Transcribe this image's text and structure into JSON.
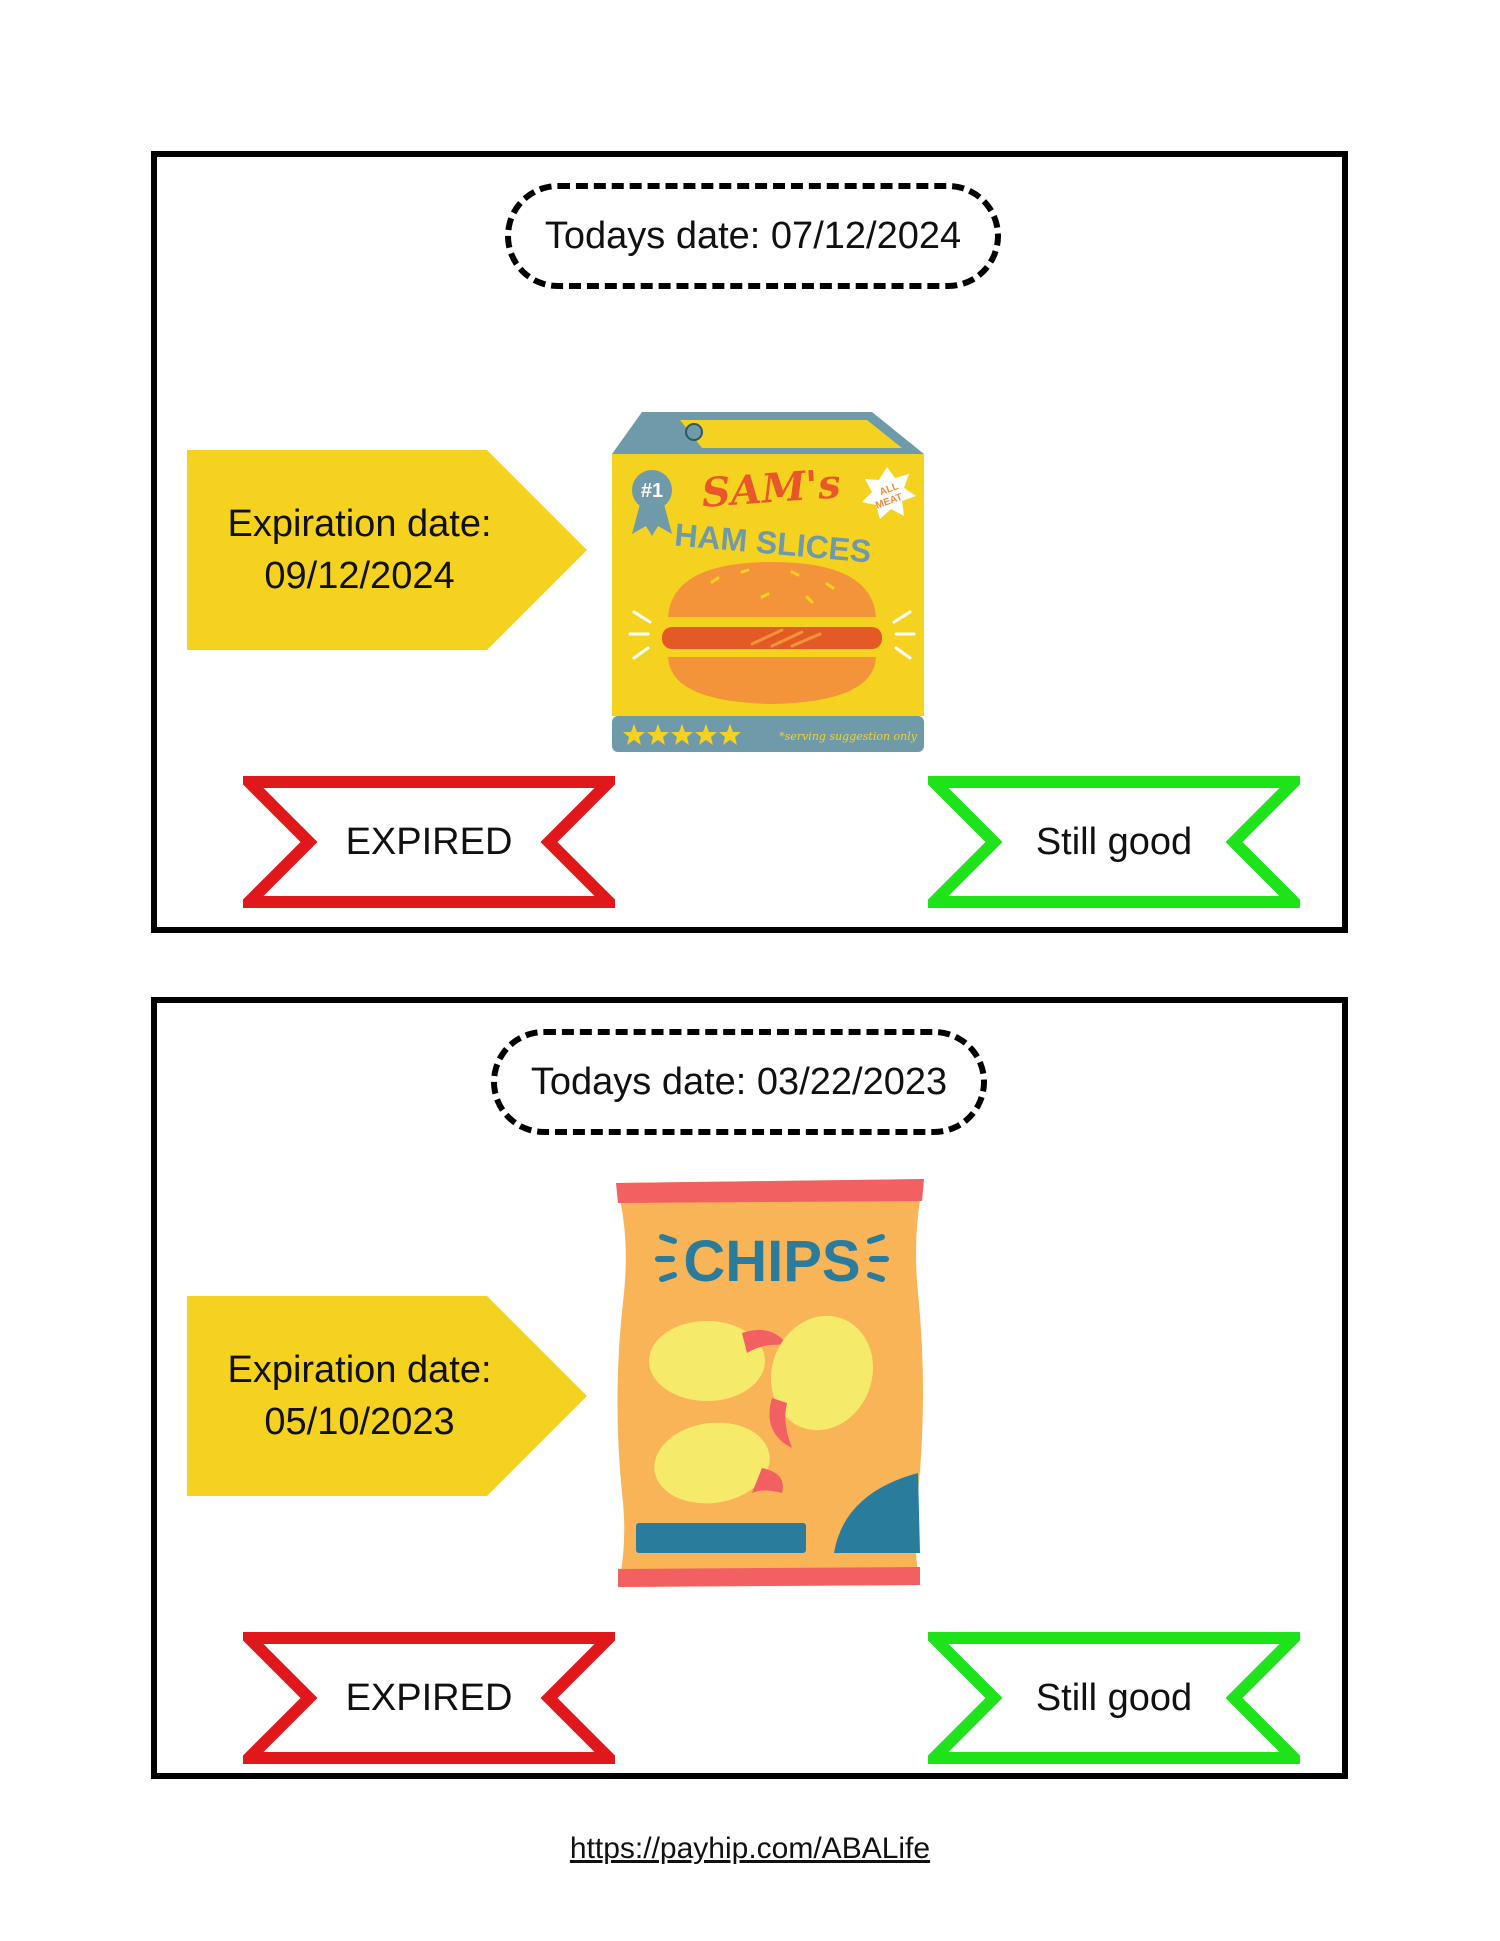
{
  "cards": [
    {
      "todays_date": "Todays date: 07/12/2024",
      "expiration_label": "Expiration date:",
      "expiration_date": "09/12/2024",
      "product": {
        "icon": "ham-slices-box",
        "brand": "SAM's",
        "name": "HAM SLICES",
        "rank": "#1",
        "tag_line1": "ALL",
        "tag_line2": "MEAT",
        "note": "*serving suggestion only"
      },
      "expired_label": "EXPIRED",
      "good_label": "Still good"
    },
    {
      "todays_date": "Todays date: 03/22/2023",
      "expiration_label": "Expiration date:",
      "expiration_date": "05/10/2023",
      "product": {
        "icon": "chips-bag",
        "name": "CHIPS"
      },
      "expired_label": "EXPIRED",
      "good_label": "Still good"
    }
  ],
  "footer": {
    "link": "https://payhip.com/ABALife"
  },
  "colors": {
    "expiration_arrow": "#F5D21F",
    "expired": "#E0181B",
    "still_good": "#1EE21A",
    "border": "#000000"
  }
}
